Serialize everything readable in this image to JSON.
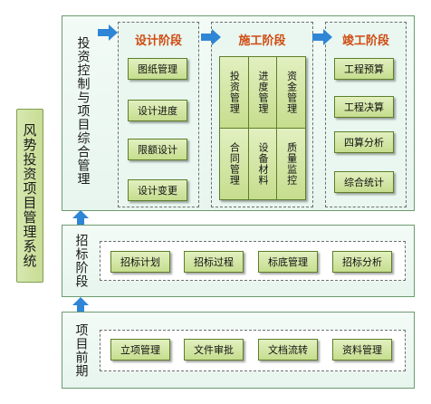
{
  "system_label": "风势投资项目管理系统",
  "top": {
    "label": "投资控制与项目综合管理",
    "columns": [
      {
        "title": "设计阶段",
        "items": [
          "图纸管理",
          "设计进度",
          "限额设计",
          "设计变更"
        ]
      },
      {
        "title": "施工阶段",
        "grid": [
          "投资管理",
          "进度管理",
          "资金管理",
          "合同管理",
          "设备材料",
          "质量监控"
        ]
      },
      {
        "title": "竣工阶段",
        "items": [
          "工程预算",
          "工程决算",
          "四算分析",
          "综合统计"
        ]
      }
    ]
  },
  "bidding": {
    "label": "招标阶段",
    "items": [
      "招标计划",
      "招标过程",
      "标底管理",
      "招标分析"
    ]
  },
  "preproject": {
    "label": "项目前期",
    "items": [
      "立项管理",
      "文件审批",
      "文档流转",
      "资料管理"
    ]
  },
  "colors": {
    "arrow": "#2f86d6",
    "title": "#d04a10",
    "button_border": "#5d7f2a",
    "button_fill": "#d4e7a8"
  }
}
